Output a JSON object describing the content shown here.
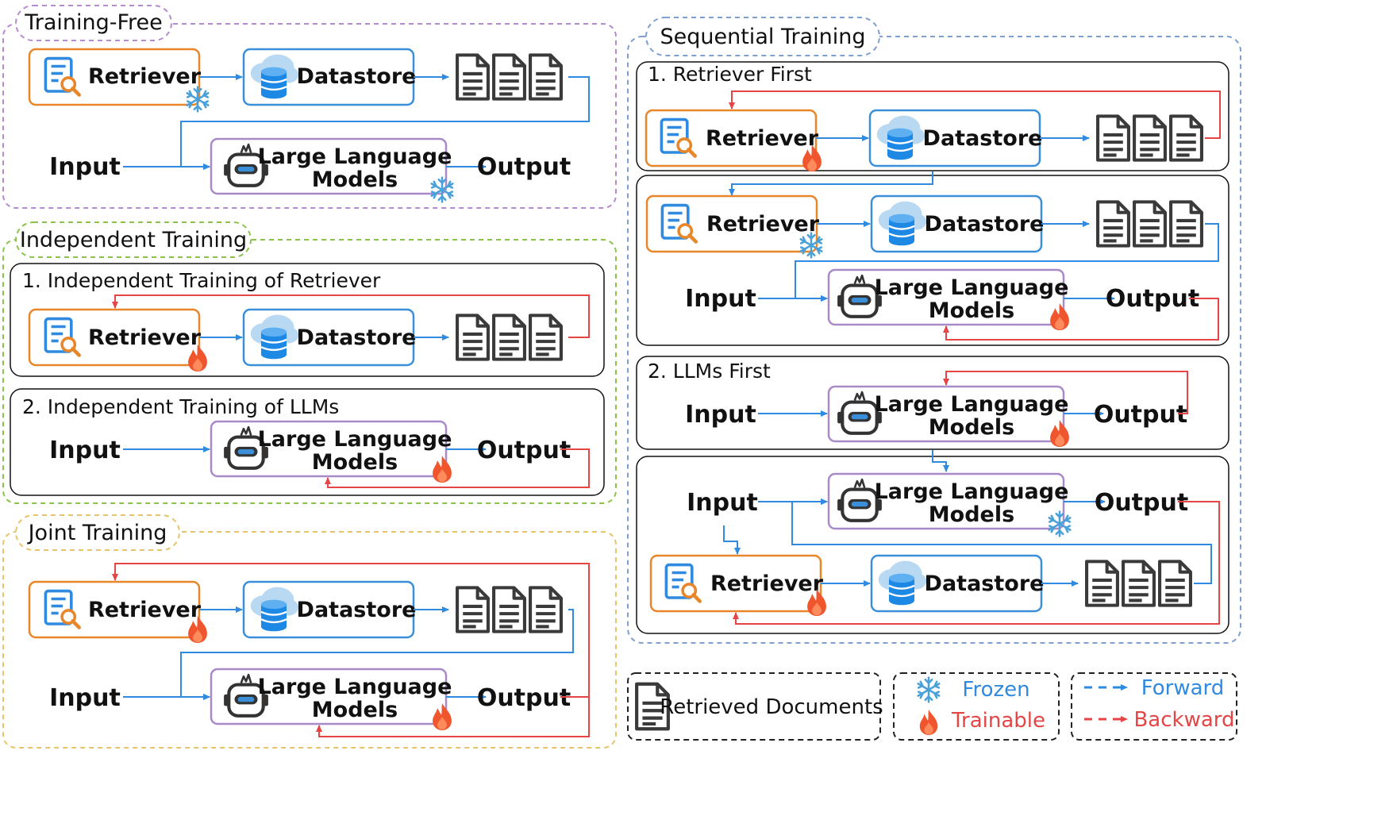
{
  "labels": {
    "retriever": "Retriever",
    "datastore": "Datastore",
    "llm_line1": "Large Language",
    "llm_line2": "Models",
    "input": "Input",
    "output": "Output"
  },
  "sections": {
    "training_free": {
      "title": "Training-Free"
    },
    "independent": {
      "title": "Independent Training",
      "sub1": "1. Independent Training of Retriever",
      "sub2": "2. Independent Training of LLMs"
    },
    "joint": {
      "title": "Joint Training"
    },
    "sequential": {
      "title": "Sequential Training",
      "sub1": "1. Retriever First",
      "sub2": "2. LLMs First"
    }
  },
  "legend": {
    "retrieved_documents": "Retrieved Documents",
    "frozen": "Frozen",
    "trainable": "Trainable",
    "forward": "Forward",
    "backward": "Backward"
  },
  "colors": {
    "retriever_border": "#e8862a",
    "datastore_border": "#3b8fd9",
    "llm_border": "#a98ac9",
    "forward": "#2f8ae0",
    "backward": "#e64545",
    "frozen": "#4aa0d8",
    "trainable": "#f0562e",
    "free_frame": "#b58bd0",
    "independent_frame": "#8bc34a",
    "joint_frame": "#e8c36a",
    "sequential_frame": "#7f9fcf",
    "legend_text_blue": "#2f8ae0",
    "legend_text_red": "#e64545"
  }
}
